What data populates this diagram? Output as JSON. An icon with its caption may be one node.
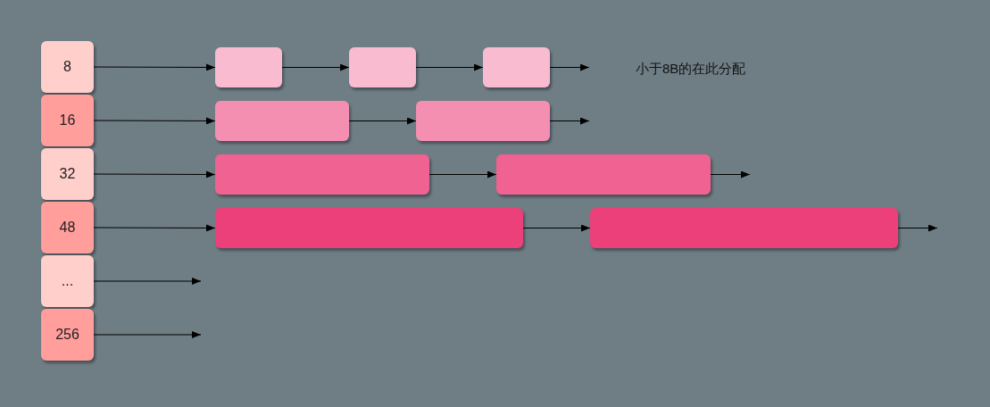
{
  "diagram": {
    "nodes": [
      {
        "text": [
          "8"
        ]
      },
      {
        "text": [
          "16"
        ]
      },
      {
        "text": [
          "32"
        ]
      },
      {
        "text": [
          "48"
        ]
      },
      {
        "text": [
          "..."
        ]
      },
      {
        "text": [
          "256"
        ]
      },
      {
        "text": [],
        "shape": "box"
      },
      {
        "text": [],
        "shape": "box"
      },
      {
        "text": [],
        "shape": "box"
      },
      {
        "text": [],
        "shape": "box"
      },
      {
        "text": [],
        "shape": "box"
      },
      {
        "text": [],
        "shape": "box"
      },
      {
        "text": [],
        "shape": "box"
      },
      {
        "text": [],
        "shape": "box"
      },
      {
        "text": [],
        "shape": "box"
      }
    ],
    "edges": [
      {
        "from": 0,
        "to": 6,
        "arrow": "to"
      },
      {
        "from": 6,
        "to": 7,
        "arrow": "to"
      },
      {
        "from": 7,
        "to": 8,
        "arrow": "to"
      },
      {
        "from": 8,
        "to": null,
        "arrow": "to"
      },
      {
        "from": 1,
        "to": 9,
        "arrow": "to"
      },
      {
        "from": 9,
        "to": 10,
        "arrow": "to"
      },
      {
        "from": 10,
        "to": null,
        "arrow": "to"
      },
      {
        "from": 2,
        "to": 11,
        "arrow": "to"
      },
      {
        "from": 11,
        "to": 12,
        "arrow": "to"
      },
      {
        "from": 12,
        "to": null,
        "arrow": "to"
      },
      {
        "from": 3,
        "to": 13,
        "arrow": "to"
      },
      {
        "from": 13,
        "to": 14,
        "arrow": "to"
      },
      {
        "from": 14,
        "to": null,
        "arrow": "to"
      },
      {
        "from": 4,
        "to": null,
        "arrow": "to"
      },
      {
        "from": 5,
        "to": null,
        "arrow": "to"
      }
    ],
    "labels": [
      "小于8B的在此分配"
    ]
  }
}
